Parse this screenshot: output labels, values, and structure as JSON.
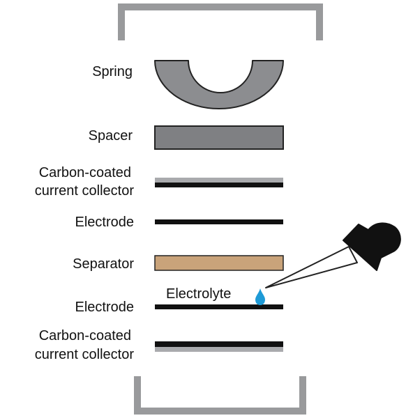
{
  "labels": {
    "spring": "Spring",
    "spacer": "Spacer",
    "collector_top_line1": "Carbon-coated",
    "collector_top_line2": "current collector",
    "electrode_top": "Electrode",
    "separator": "Separator",
    "electrolyte": "Electrolyte",
    "electrode_bottom": "Electrode",
    "collector_bottom_line1": "Carbon-coated",
    "collector_bottom_line2": "current collector"
  },
  "colors": {
    "casing": "#999a9c",
    "spring": "#8c8d90",
    "spacer": "#7f8083",
    "carbon_coating": "#a9aaad",
    "collector_metal": "#111111",
    "electrode": "#111111",
    "separator": "#c9a37a",
    "electrolyte_drop": "#1e9ad6",
    "pipette_bulb": "#111111",
    "outline": "#222222"
  },
  "icons": {
    "pipette": "pipette-icon",
    "drop": "water-drop-icon"
  }
}
